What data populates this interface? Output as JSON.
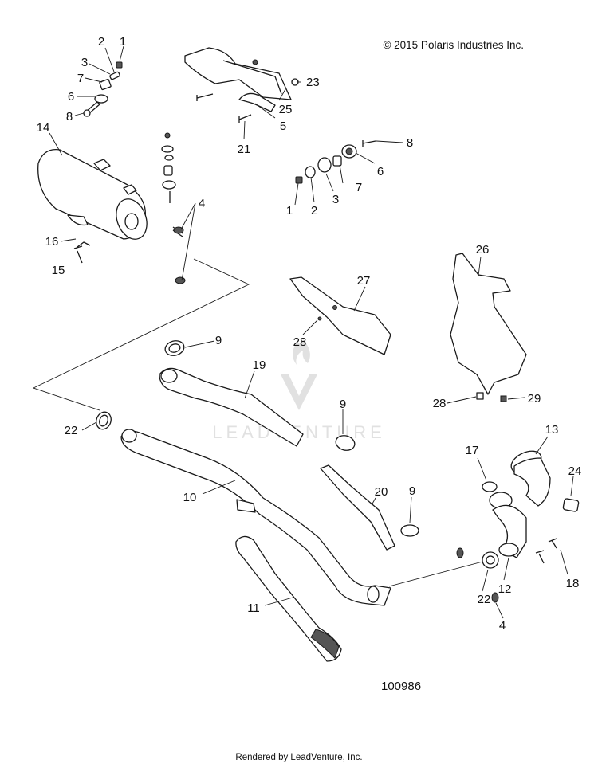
{
  "copyright": "© 2015 Polaris Industries Inc.",
  "watermark": "LEADVENTURE",
  "figure_number": "100986",
  "footer": "Rendered by LeadVenture, Inc.",
  "callouts": [
    "1",
    "2",
    "3",
    "7",
    "6",
    "8",
    "14",
    "16",
    "15",
    "4",
    "25",
    "23",
    "5",
    "21",
    "8",
    "6",
    "7",
    "3",
    "2",
    "1",
    "26",
    "27",
    "28",
    "9",
    "19",
    "22",
    "10",
    "11",
    "9",
    "20",
    "9",
    "28",
    "29",
    "13",
    "17",
    "24",
    "18",
    "12",
    "22",
    "4"
  ]
}
